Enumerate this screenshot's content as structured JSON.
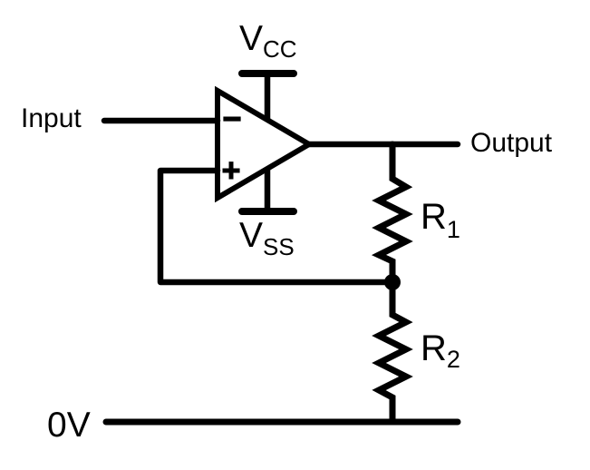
{
  "diagram": {
    "colors": {
      "stroke": "#000000",
      "background": "#ffffff"
    },
    "labels": {
      "input": "Input",
      "output": "Output",
      "ground_rail": "0V",
      "positive_supply": {
        "main": "V",
        "sub": "CC"
      },
      "negative_supply": {
        "main": "V",
        "sub": "SS"
      },
      "resistor_r1": {
        "main": "R",
        "sub": "1"
      },
      "resistor_r2": {
        "main": "R",
        "sub": "2"
      },
      "opamp_inverting_input": "−",
      "opamp_noninverting_input": "+"
    }
  }
}
